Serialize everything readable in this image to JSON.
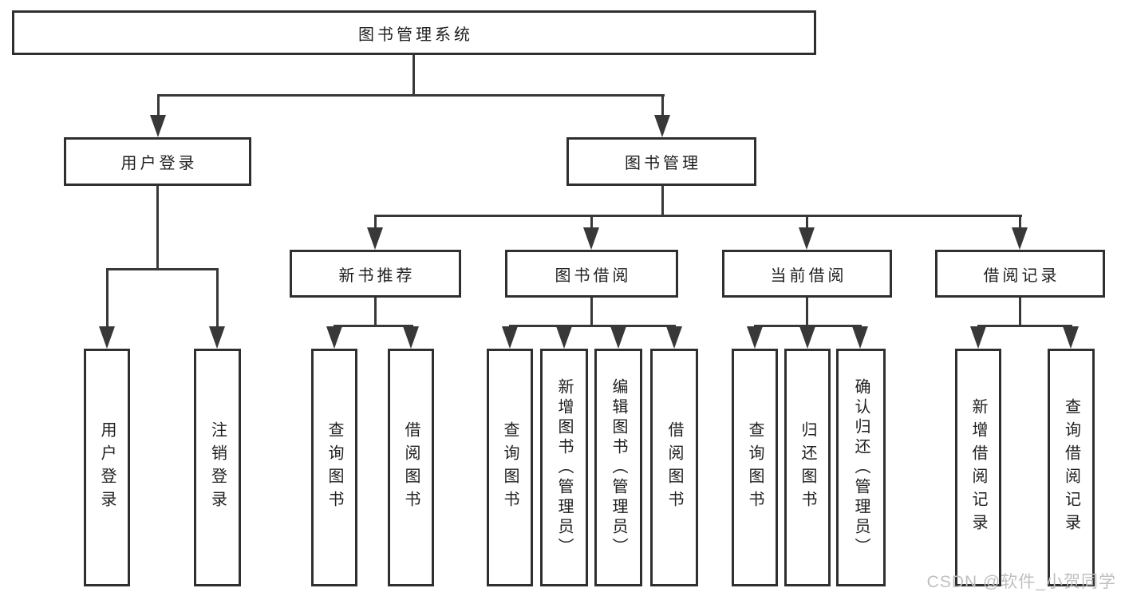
{
  "diagram": {
    "root": {
      "label": "图书管理系统"
    },
    "level2": [
      {
        "label": "用户登录"
      },
      {
        "label": "图书管理"
      }
    ],
    "level3": [
      {
        "label": "新书推荐"
      },
      {
        "label": "图书借阅"
      },
      {
        "label": "当前借阅"
      },
      {
        "label": "借阅记录"
      }
    ],
    "leaves": {
      "login": [
        "用户登录",
        "注销登录"
      ],
      "recommend": [
        "查询图书",
        "借阅图书"
      ],
      "borrow": [
        "查询图书",
        "新增图书（管理员）",
        "编辑图书（管理员）",
        "借阅图书"
      ],
      "current": [
        "查询图书",
        "归还图书",
        "确认归还（管理员）"
      ],
      "records": [
        "新增借阅记录",
        "查询借阅记录"
      ]
    }
  },
  "watermark": "CSDN @软件_小贺同学",
  "colors": {
    "line": "#383838",
    "box_border": "#2f2f2f",
    "text": "#1f1f1f",
    "background": "#ffffff",
    "watermark": "#bfbfbf"
  }
}
